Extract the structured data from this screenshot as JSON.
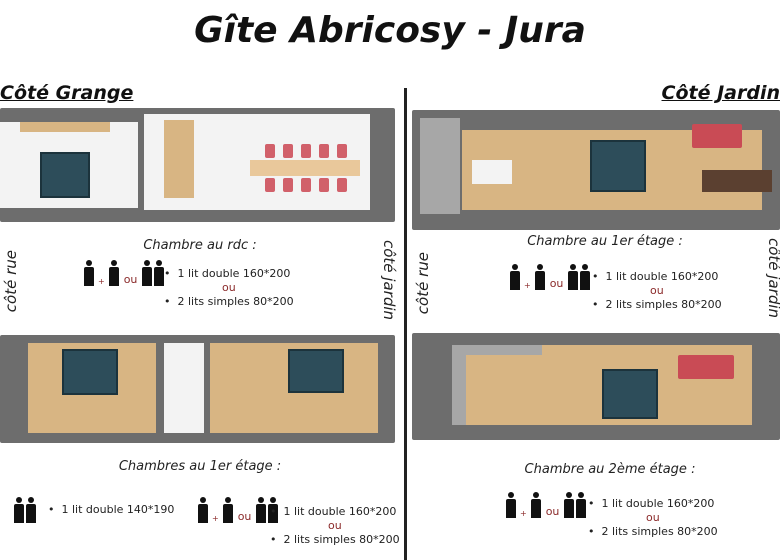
{
  "title": "Gîte Abricosy - Jura",
  "left": {
    "heading": "Côté Grange",
    "side_left": "côté rue",
    "side_right": "côté jardin",
    "rdc": {
      "caption": "Chambre au rdc :",
      "opt1": "1 lit double 160*200",
      "or": "ou",
      "opt2": "2 lits simples 80*200",
      "plus": "+",
      "ou": "ou"
    },
    "etage": {
      "caption": "Chambres au 1er étage  :",
      "single": "1 lit double 140*190",
      "opt1": "1 lit double 160*200",
      "or": "ou",
      "opt2": "2 lits simples 80*200",
      "plus": "+",
      "ou": "ou"
    }
  },
  "right": {
    "heading": "Côté Jardin",
    "side_left": "côté rue",
    "side_right": "côté jardin",
    "etage1": {
      "caption": "Chambre au 1er étage :",
      "opt1": "1 lit double 160*200",
      "or": "ou",
      "opt2": "2 lits simples 80*200",
      "plus": "+",
      "ou": "ou"
    },
    "etage2": {
      "caption": "Chambre au 2ème étage :",
      "opt1": "1 lit double 160*200",
      "or": "ou",
      "opt2": "2 lits simples 80*200",
      "plus": "+",
      "ou": "ou"
    }
  },
  "colors": {
    "wood": "#d8b583",
    "wall": "#6d6d6d",
    "bed": "#2d4d5a",
    "accent": "#8b2a2a"
  }
}
